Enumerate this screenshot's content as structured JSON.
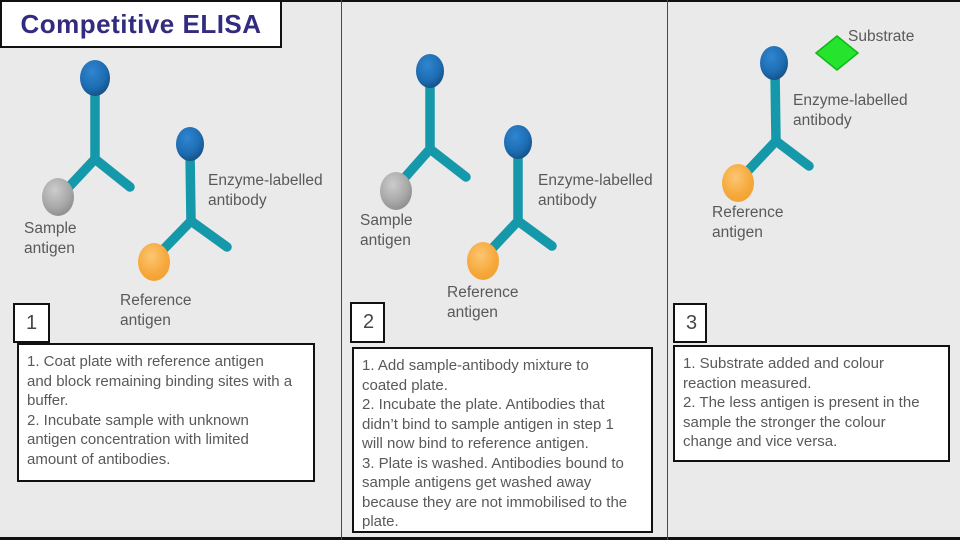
{
  "title": "Competitive ELISA",
  "colors": {
    "background": "#eaeaea",
    "teal_antibody": "#1598a9",
    "blue_enzyme": "#1d6cb2",
    "gray_antigen": "#a8a8a8",
    "orange_antigen": "#f6a93c",
    "green_substrate": "#26e42d",
    "title_text": "#322b80",
    "body_text": "#595959"
  },
  "panels": [
    {
      "number": "1",
      "labels": {
        "sample_antigen": "Sample\nantigen",
        "enzyme_antibody": "Enzyme-labelled\nantibody",
        "reference_antigen": "Reference\nantigen"
      },
      "instructions": "1. Coat plate with reference antigen\nand block remaining binding sites with a\nbuffer.\n2. Incubate sample with unknown\nantigen concentration with limited\namount of antibodies."
    },
    {
      "number": "2",
      "labels": {
        "sample_antigen": "Sample\nantigen",
        "enzyme_antibody": "Enzyme-labelled\nantibody",
        "reference_antigen": "Reference\nantigen"
      },
      "instructions": "1. Add sample-antibody mixture to\ncoated plate.\n2. Incubate the plate. Antibodies that\ndidn’t bind to sample antigen in step 1\nwill now bind to reference antigen.\n3. Plate is washed. Antibodies bound to\nsample antigens get washed away\nbecause they are not immobilised to the\nplate."
    },
    {
      "number": "3",
      "labels": {
        "substrate": "Substrate",
        "enzyme_antibody": "Enzyme-labelled\nantibody",
        "reference_antigen": "Reference\nantigen"
      },
      "instructions": "1. Substrate added and colour\nreaction measured.\n2. The less antigen is present in the\nsample the stronger the colour\nchange and vice versa."
    }
  ]
}
